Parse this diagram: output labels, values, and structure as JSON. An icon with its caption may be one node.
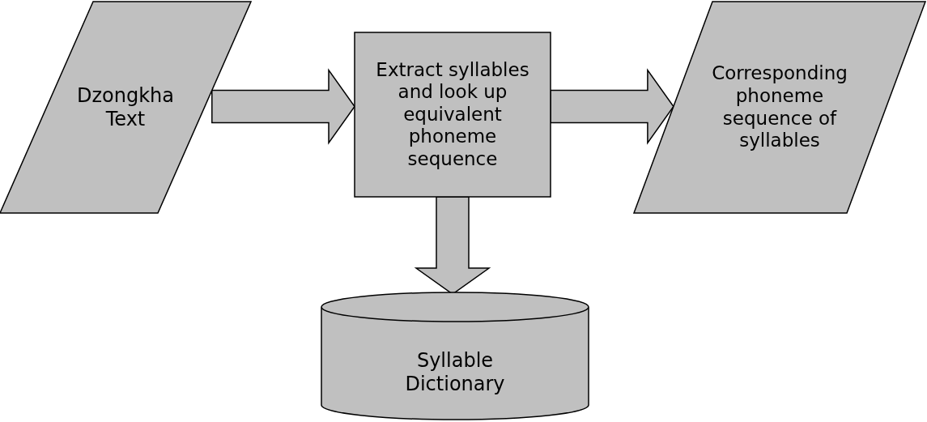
{
  "diagram": {
    "nodes": [
      {
        "text": [
          "Dzongkha Text"
        ]
      },
      {
        "text": [
          "Extract syllables and look up equivalent phoneme sequence"
        ]
      },
      {
        "text": [
          "Corresponding phoneme sequence of syllables"
        ]
      },
      {
        "text": [
          "Syllable Dictionary"
        ]
      }
    ],
    "edges": [
      {
        "from": 0,
        "to": 1,
        "arrow": "to"
      },
      {
        "from": 1,
        "to": 2,
        "arrow": "to"
      },
      {
        "from": 1,
        "to": 3,
        "arrow": "to"
      }
    ]
  }
}
